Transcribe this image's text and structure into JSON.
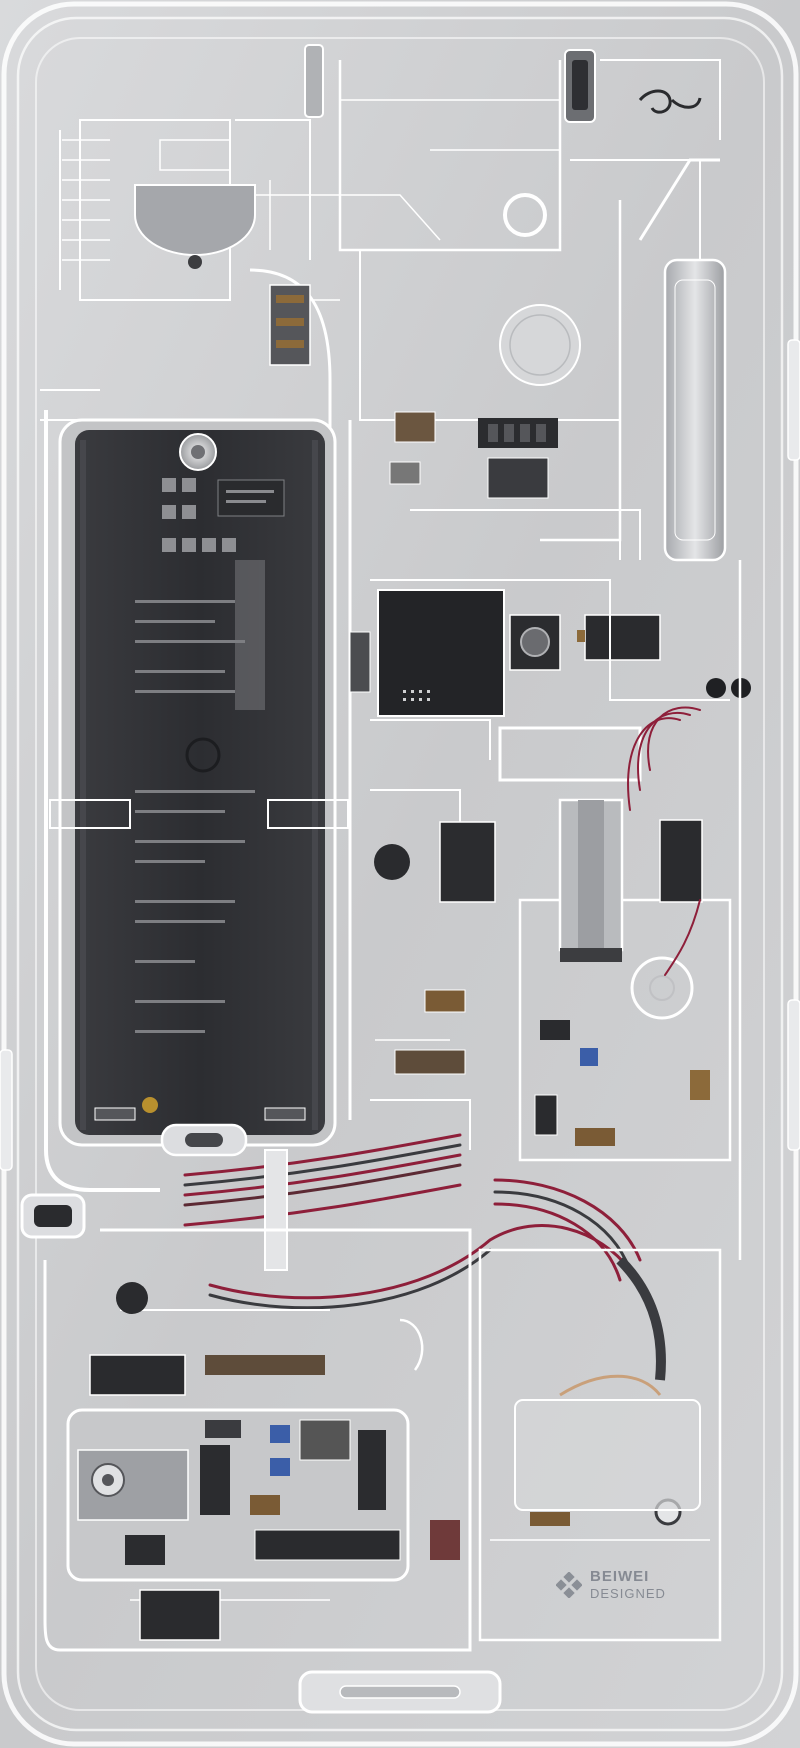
{
  "image": {
    "subject": "transparent-phone-wallpaper",
    "watermark": {
      "line1": "BEIWEI",
      "line2": "DESIGNED"
    }
  },
  "colors": {
    "background": "#cfd0d2",
    "battery": "#2e2f33",
    "chip": "#232427",
    "trace": "#ffffff",
    "wire_red": "#8e1f3a",
    "wire_dark": "#3a3b3f"
  },
  "icons": [
    "sim-tray-icon",
    "camera-lens-icon",
    "swirl-logo-icon",
    "speaker-ring-icon",
    "vibration-motor-icon"
  ]
}
